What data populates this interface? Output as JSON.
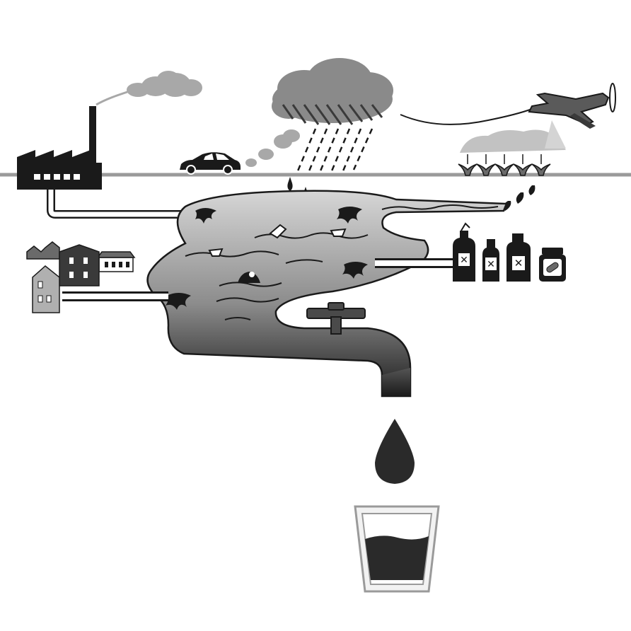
{
  "diagram": {
    "title": "",
    "labels": []
  },
  "sources": [
    {
      "id": "factory",
      "icon": "factory-icon"
    },
    {
      "id": "car",
      "icon": "car-icon"
    },
    {
      "id": "rain-cloud",
      "icon": "rain-cloud-icon"
    },
    {
      "id": "crop-dusting-plane",
      "icon": "airplane-icon"
    },
    {
      "id": "crops",
      "icon": "plant-icon"
    },
    {
      "id": "houses",
      "icon": "house-icon"
    },
    {
      "id": "chemical-bottles",
      "icon": "hazard-bottle-icon"
    },
    {
      "id": "medicine-jar",
      "icon": "pill-bottle-icon"
    }
  ],
  "flow": [
    "polluted-water-body",
    "tap",
    "water-drop",
    "drinking-glass"
  ],
  "colors": {
    "ground": "#9a9a9a",
    "cloud": "#8a8a8a",
    "smoke": "#a6a6a6",
    "water-dark": "#202020",
    "water-light": "#c8c8c8",
    "outline": "#1a1a1a",
    "glass": "#d8d8d8"
  }
}
